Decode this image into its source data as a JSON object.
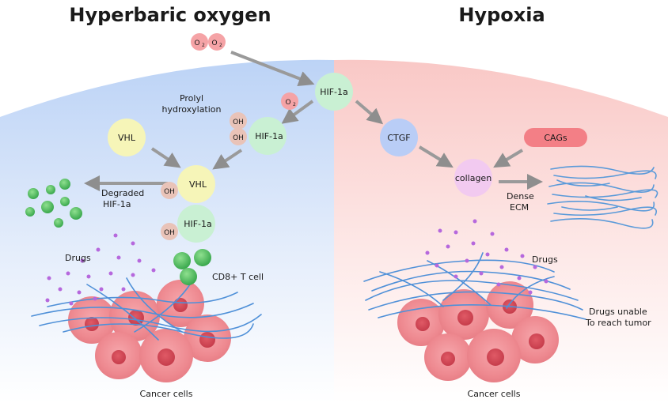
{
  "titles": {
    "left": "Hyperbaric oxygen",
    "right": "Hypoxia"
  },
  "o2": {
    "mol_left": "O",
    "mol_right": "O",
    "sub": "2",
    "single": "O",
    "single_sub": "2"
  },
  "labels": {
    "prolyl_1": "Prolyl",
    "prolyl_2": "hydroxylation",
    "degraded_1": "Degraded",
    "degraded_2": "HIF-1a",
    "dense_1": "Dense",
    "dense_2": "ECM",
    "drugs_left": "Drugs",
    "drugs_right": "Drugs",
    "unable_1": "Drugs unable",
    "unable_2": "To reach tumor",
    "cd8": "CD8+ T cell",
    "cancer_left": "Cancer cells",
    "cancer_right": "Cancer cells"
  },
  "nodes": {
    "hif_top": "HIF-1a",
    "hif_mid": "HIF-1a",
    "hif_low": "HIF-1a",
    "vhl_left": "VHL",
    "vhl_center": "VHL",
    "ctgf": "CTGF",
    "collagen": "collagen",
    "cags": "CAGs",
    "oh": "OH"
  },
  "colors": {
    "hyperbaric_bg": "#c9dbf7",
    "hypoxia_bg": "#fbd3d1",
    "hif": "#c9f0d3",
    "vhl": "#f6f5b8",
    "ctgf": "#b9cdf6",
    "collagen": "#f2caf0",
    "cags": "#f37f86",
    "oh": "#e9c3b8",
    "o2": "#f5a3a6",
    "drug": "#b668dd",
    "tcell": "#4ebc60",
    "fiber": "#5a9ad9",
    "cancer": "#ef8b92"
  }
}
